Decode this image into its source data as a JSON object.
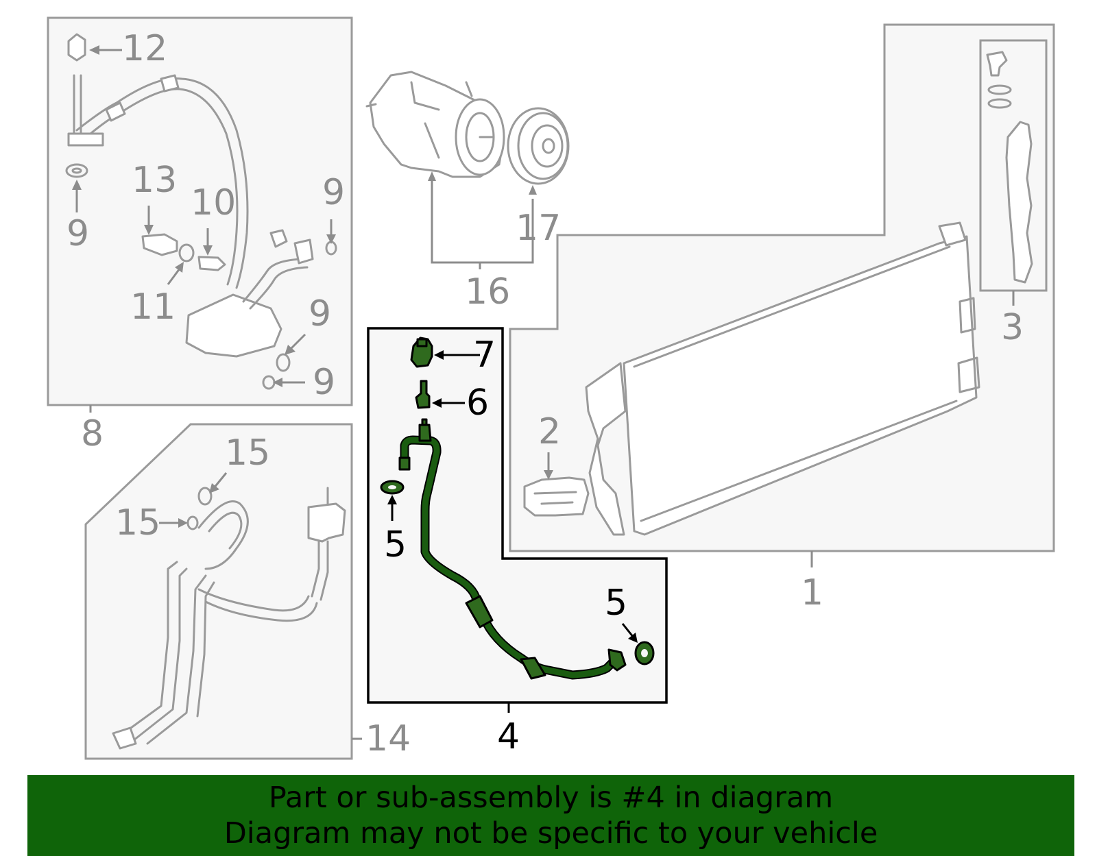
{
  "callouts": {
    "n1": "1",
    "n2": "2",
    "n3": "3",
    "n4": "4",
    "n5a": "5",
    "n5b": "5",
    "n6": "6",
    "n7": "7",
    "n8": "8",
    "n9a": "9",
    "n9b": "9",
    "n9c": "9",
    "n9d": "9",
    "n10": "10",
    "n11": "11",
    "n12": "12",
    "n13": "13",
    "n14": "14",
    "n15a": "15",
    "n15b": "15",
    "n16": "16",
    "n17": "17"
  },
  "banner": {
    "line1": "Part or sub-assembly is #4 in diagram",
    "line2": "Diagram may not be specific to your vehicle"
  },
  "colors": {
    "highlight": "#2f6a1e",
    "banner": "#0f6409",
    "muted": "#9a9a9a"
  }
}
